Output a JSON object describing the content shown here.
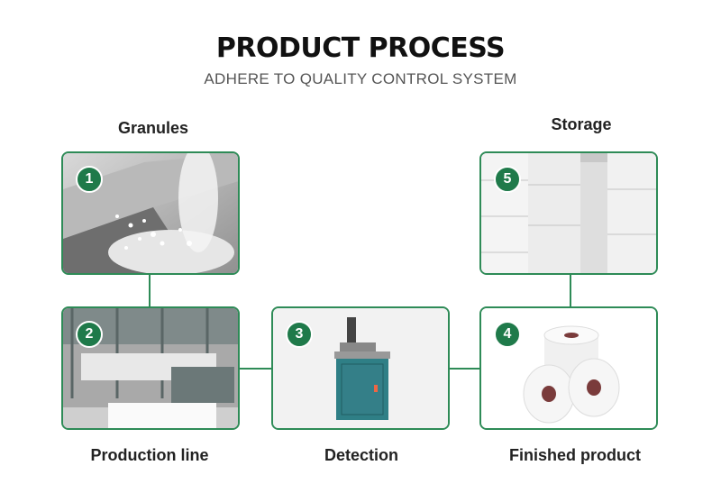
{
  "header": {
    "title": "PRODUCT PROCESS",
    "subtitle": "ADHERE TO QUALITY CONTROL SYSTEM"
  },
  "steps": [
    {
      "number": "1",
      "label": "Granules"
    },
    {
      "number": "2",
      "label": "Production line"
    },
    {
      "number": "3",
      "label": "Detection"
    },
    {
      "number": "4",
      "label": "Finished product"
    },
    {
      "number": "5",
      "label": "Storage"
    }
  ],
  "colors": {
    "accent": "#2e8b57",
    "badge": "#1f7a4a"
  }
}
